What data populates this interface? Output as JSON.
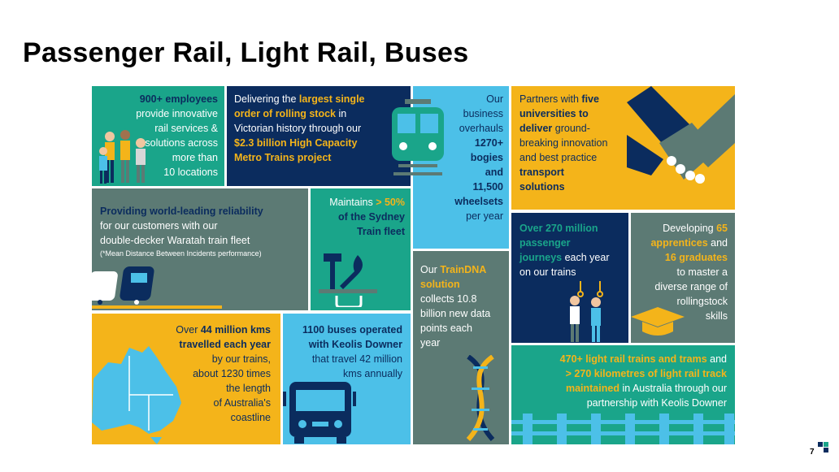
{
  "title": "Passenger Rail, Light Rail, Buses",
  "page_number": "7",
  "tiles": {
    "employees": {
      "bold": "900+ employees",
      "lines": [
        "provide innovative",
        "rail services &",
        "solutions across",
        "more than",
        "10 locations"
      ]
    },
    "rolling_stock": {
      "l1a": "Delivering the ",
      "l1b": "largest single",
      "l2a": "order of rolling stock",
      "l2b": " in",
      "l3": "Victorian history through our",
      "l4": "$2.3 billion High Capacity",
      "l5": "Metro Trains project"
    },
    "overhauls": {
      "lines": [
        "Our",
        "business",
        "overhauls"
      ],
      "bold_lines": [
        "1270+",
        "bogies",
        "and",
        "11,500",
        "wheelsets"
      ],
      "tail": "per year"
    },
    "universities": {
      "l1a": "Partners with ",
      "l1b": "five",
      "l2": "universities to",
      "l3a": "deliver",
      "l3b": " ground-",
      "l4": "breaking innovation",
      "l5": "and best practice",
      "l6": "transport",
      "l7": "solutions"
    },
    "reliability": {
      "bold": "Providing world-leading reliability",
      "l2": "for our customers with our",
      "l3": "double-decker Waratah train fleet",
      "note": "(*Mean Distance Between Incidents performance)"
    },
    "sydney": {
      "l1a": "Maintains ",
      "l1b": "> 50%",
      "l2": "of the Sydney",
      "l3": "Train fleet"
    },
    "traindna": {
      "l1a": "Our ",
      "l1b": "TrainDNA",
      "l2": "solution",
      "lines": [
        "collects 10.8",
        "billion new data",
        "points each",
        "year"
      ]
    },
    "journeys": {
      "l1": "Over 270 million",
      "l2": "passenger",
      "l3a": "journeys",
      "l3b": " each year",
      "l4": "on our trains"
    },
    "apprentices": {
      "l1a": "Developing ",
      "l1b": "65",
      "l2a": "apprentices",
      "l2b": " and",
      "l3": "16 graduates",
      "lines": [
        "to master a",
        "diverse range of",
        "rollingstock",
        "skills"
      ]
    },
    "kms": {
      "l1a": "Over ",
      "l1b": "44 million kms",
      "l2": "travelled each year",
      "lines": [
        "by our trains,",
        "about 1230 times",
        "the length",
        "of Australia's",
        "coastline"
      ]
    },
    "buses": {
      "l1": "1100 buses operated",
      "l2": "with Keolis Downer",
      "lines": [
        "that travel 42 million",
        "kms annually"
      ]
    },
    "lightrail": {
      "l1a": "470+ light rail trains and trams",
      "l1b": " and",
      "l2": "> 270 kilometres of light rail track",
      "l3a": "maintained",
      "l3b": " in Australia through our",
      "l4": "partnership with Keolis Downer"
    }
  },
  "colors": {
    "teal": "#1aa58a",
    "navy": "#0b2c5e",
    "gold": "#f4b41a",
    "sky": "#4cc0e8",
    "slate": "#5c7a74",
    "white": "#ffffff"
  }
}
